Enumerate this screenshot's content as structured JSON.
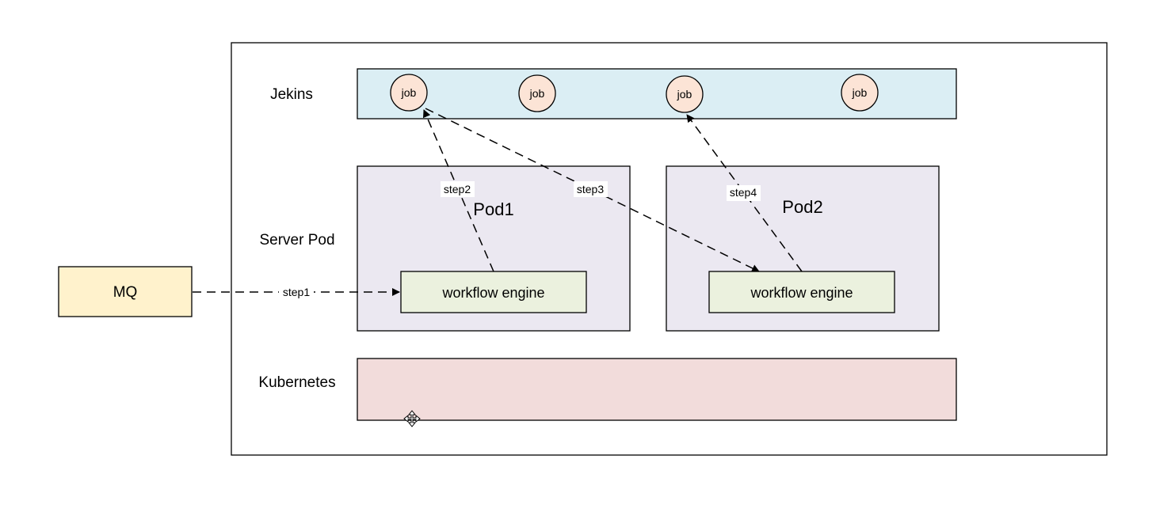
{
  "colors": {
    "jenkins_bar": "#dbeef4",
    "pod_fill": "#ebe8f1",
    "engine_fill": "#ebf1de",
    "kubernetes_fill": "#f2dcdb",
    "mq_fill": "#fff2cc",
    "job_fill": "#fce4d6",
    "stroke": "#000000"
  },
  "diagram": {
    "layers": {
      "jenkins": "Jekins",
      "server_pod": "Server Pod",
      "kubernetes": "Kubernetes"
    },
    "mq": "MQ",
    "jobs": [
      "job",
      "job",
      "job",
      "job"
    ],
    "pods": [
      {
        "name": "Pod1",
        "engine": "workflow engine"
      },
      {
        "name": "Pod2",
        "engine": "workflow engine"
      }
    ],
    "steps": [
      "step1",
      "step2",
      "step3",
      "step4"
    ]
  }
}
